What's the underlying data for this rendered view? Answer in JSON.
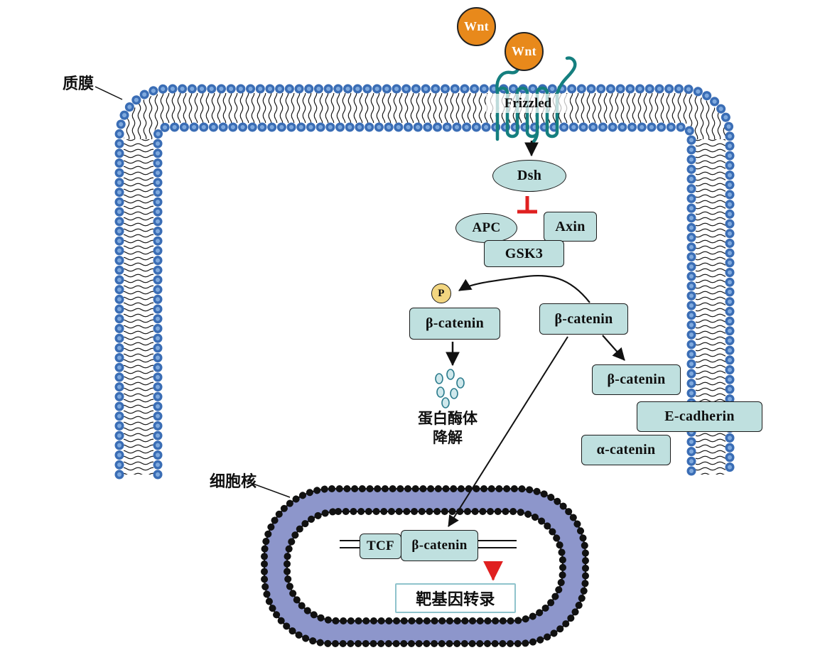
{
  "labels": {
    "plasma_membrane": "质膜",
    "nucleus": "细胞核",
    "frizzled": "Frizzled",
    "proteasome_line1": "蛋白酶体",
    "proteasome_line2": "降解",
    "target_gene": "靶基因转录"
  },
  "nodes": {
    "wnt1": "Wnt",
    "wnt2": "Wnt",
    "dsh": "Dsh",
    "apc": "APC",
    "axin": "Axin",
    "gsk3": "GSK3",
    "phosphate": "P",
    "beta_catenin_phosphorylated": "β-catenin",
    "beta_catenin_free": "β-catenin",
    "beta_catenin_membrane": "β-catenin",
    "e_cadherin": "E-cadherin",
    "alpha_catenin": "α-catenin",
    "tcf": "TCF",
    "beta_catenin_nuclear": "β-catenin"
  },
  "colors": {
    "wnt_orange": "#E8891B",
    "node_fill": "#BFE0DF",
    "membrane_blue": "#3A6DB5",
    "nucleus_purple": "#8D96CB",
    "frizzled_teal": "#157F7F",
    "phosphate_yellow": "#F3D680",
    "inhibition_red": "#E02020"
  }
}
